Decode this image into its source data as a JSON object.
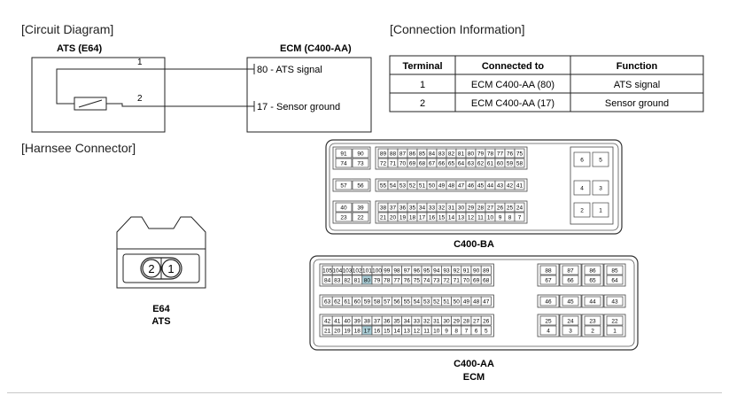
{
  "circuit": {
    "title": "[Circuit Diagram]",
    "ats_title": "ATS (E64)",
    "ecm_title": "ECM (C400-AA)",
    "pin1": "1",
    "pin2": "2",
    "ecm_line1": "80 - ATS signal",
    "ecm_line2": "17 - Sensor ground"
  },
  "connection": {
    "title": "[Connection Information]",
    "headers": [
      "Terminal",
      "Connected to",
      "Function"
    ],
    "rows": [
      [
        "1",
        "ECM C400-AA (80)",
        "ATS signal"
      ],
      [
        "2",
        "ECM C400-AA (17)",
        "Sensor ground"
      ]
    ]
  },
  "harness": {
    "title": "[Harnsee Connector]",
    "e64_pins": [
      "2",
      "1"
    ],
    "e64_label1": "E64",
    "e64_label2": "ATS"
  },
  "c400ba": {
    "label": "C400-BA",
    "groupA": [
      [
        "91",
        "90"
      ],
      [
        "74",
        "73"
      ],
      [
        "57",
        "56"
      ],
      [
        "40",
        "39"
      ],
      [
        "23",
        "22"
      ]
    ],
    "groupB": [
      [
        "89",
        "88",
        "87",
        "86",
        "85",
        "84",
        "83",
        "82",
        "81",
        "80",
        "79",
        "78",
        "77",
        "76",
        "75"
      ],
      [
        "72",
        "71",
        "70",
        "69",
        "68",
        "67",
        "66",
        "65",
        "64",
        "63",
        "62",
        "61",
        "60",
        "59",
        "58"
      ],
      [
        "55",
        "54",
        "53",
        "52",
        "51",
        "50",
        "49",
        "48",
        "47",
        "46",
        "45",
        "44",
        "43",
        "42",
        "41"
      ],
      [
        "38",
        "37",
        "36",
        "35",
        "34",
        "33",
        "32",
        "31",
        "30",
        "29",
        "28",
        "27",
        "26",
        "25",
        "24"
      ],
      [
        "21",
        "20",
        "19",
        "18",
        "17",
        "16",
        "15",
        "14",
        "13",
        "12",
        "11",
        "10",
        "9",
        "8",
        "7"
      ]
    ],
    "groupC": [
      [
        "6",
        "5"
      ],
      [
        "4",
        "3"
      ],
      [
        "2",
        "1"
      ]
    ]
  },
  "c400aa": {
    "label1": "C400-AA",
    "label2": "ECM",
    "highlight_color": "#a9cdd6",
    "highlight": [
      "80",
      "17"
    ],
    "rowsLeft": [
      [
        "105",
        "104",
        "103",
        "102",
        "101",
        "100",
        "99",
        "98",
        "97",
        "96",
        "95",
        "94",
        "93",
        "92",
        "91",
        "90",
        "89"
      ],
      [
        "84",
        "83",
        "82",
        "81",
        "80",
        "79",
        "78",
        "77",
        "76",
        "75",
        "74",
        "73",
        "72",
        "71",
        "70",
        "69",
        "68"
      ],
      [
        "63",
        "62",
        "61",
        "60",
        "59",
        "58",
        "57",
        "56",
        "55",
        "54",
        "53",
        "52",
        "51",
        "50",
        "49",
        "48",
        "47"
      ],
      [
        "42",
        "41",
        "40",
        "39",
        "38",
        "37",
        "36",
        "35",
        "34",
        "33",
        "32",
        "31",
        "30",
        "29",
        "28",
        "27",
        "26"
      ],
      [
        "21",
        "20",
        "19",
        "18",
        "17",
        "16",
        "15",
        "14",
        "13",
        "12",
        "11",
        "10",
        "9",
        "8",
        "7",
        "6",
        "5"
      ]
    ],
    "rowsRight": [
      [
        "88",
        "87",
        "86",
        "85"
      ],
      [
        "67",
        "66",
        "65",
        "64"
      ],
      [
        "46",
        "45",
        "44",
        "43"
      ],
      [
        "25",
        "24",
        "23",
        "22"
      ],
      [
        "4",
        "3",
        "2",
        "1"
      ]
    ]
  }
}
